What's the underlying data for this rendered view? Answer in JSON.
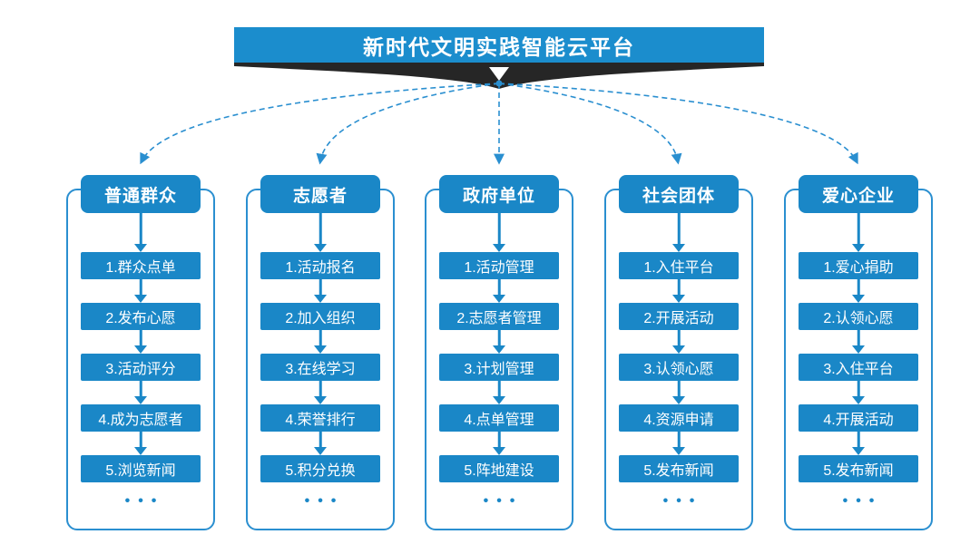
{
  "colors": {
    "primary_blue": "#1a87c7",
    "banner_blue": "#1b8dcd",
    "ribbon_dark": "#262626",
    "connector_blue": "#2a8fd0"
  },
  "header": {
    "title": "新时代文明实践智能云平台"
  },
  "columns": [
    {
      "title": "普通群众",
      "items": [
        "1.群众点单",
        "2.发布心愿",
        "3.活动评分",
        "4.成为志愿者",
        "5.浏览新闻"
      ],
      "more": "•••"
    },
    {
      "title": "志愿者",
      "items": [
        "1.活动报名",
        "2.加入组织",
        "3.在线学习",
        "4.荣誉排行",
        "5.积分兑换"
      ],
      "more": "•••"
    },
    {
      "title": "政府单位",
      "items": [
        "1.活动管理",
        "2.志愿者管理",
        "3.计划管理",
        "4.点单管理",
        "5.阵地建设"
      ],
      "more": "•••"
    },
    {
      "title": "社会团体",
      "items": [
        "1.入住平台",
        "2.开展活动",
        "3.认领心愿",
        "4.资源申请",
        "5.发布新闻"
      ],
      "more": "•••"
    },
    {
      "title": "爱心企业",
      "items": [
        "1.爱心捐助",
        "2.认领心愿",
        "3.入住平台",
        "4.开展活动",
        "5.发布新闻"
      ],
      "more": "•••"
    }
  ]
}
